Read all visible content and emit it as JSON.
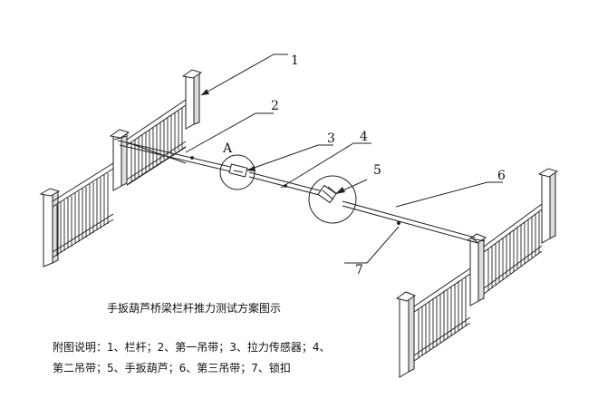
{
  "diagram": {
    "callouts": [
      "1",
      "2",
      "3",
      "4",
      "5",
      "6",
      "7"
    ],
    "detail_label": "A"
  },
  "caption": "手扳葫芦桥梁栏杆推力测试方案图示",
  "legend": {
    "line1": "附图说明：1、栏杆；2、第一吊带；3、拉力传感器；4、",
    "line2": "第二吊带；5、手扳葫芦；6、第三吊带；7、锁扣"
  }
}
